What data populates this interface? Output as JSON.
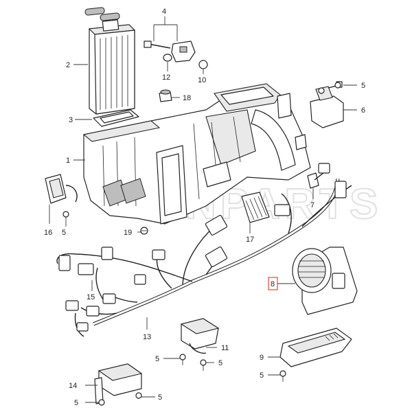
{
  "watermark_text": "NPARTS",
  "labels": {
    "l1": "1",
    "l2": "2",
    "l3": "3",
    "l4": "4",
    "l5a": "5",
    "l5b": "5",
    "l5c": "5",
    "l5d": "5",
    "l5e": "5",
    "l5f": "5",
    "l6": "6",
    "l7": "7",
    "l8": "8",
    "l9": "9",
    "l10": "10",
    "l11": "11",
    "l12": "12",
    "l13": "13",
    "l14": "14",
    "l15": "15",
    "l16": "16",
    "l17": "17",
    "l18": "18",
    "l19": "19"
  },
  "colors": {
    "highlight_box": "#e02020",
    "line": "#222222"
  }
}
